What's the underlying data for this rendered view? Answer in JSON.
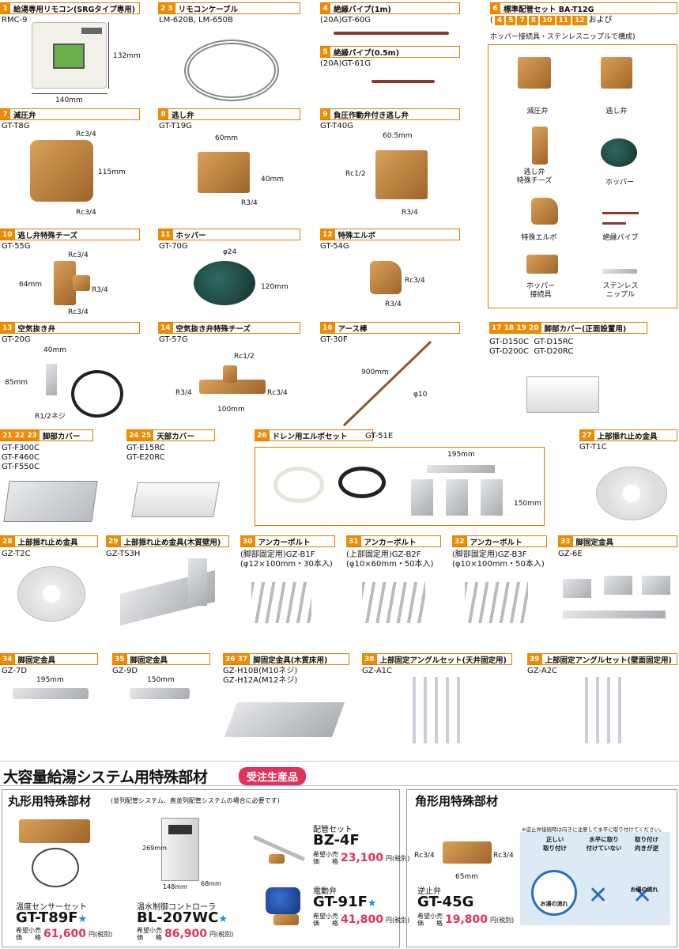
{
  "items": [
    {
      "num": "1",
      "title": "給湯専用リモコン(SRGタイプ専用)",
      "model": "RMC-9",
      "dims": [
        "132mm",
        "140mm"
      ]
    },
    {
      "num": "2 3",
      "title": "リモコンケーブル",
      "model": "LM-620B, LM-650B"
    },
    {
      "num": "4",
      "title": "絶縁パイプ(1m)",
      "model": "(20A)GT-60G"
    },
    {
      "num": "5",
      "title": "絶縁パイプ(0.5m)",
      "model": "(20A)GT-61G"
    },
    {
      "num": "6",
      "title": "標準配管セット BA-T12G",
      "note_pre": "(",
      "note_post": "および",
      "note2": "ホッパー接続具・ステンレスニップルで構成)",
      "subnums": [
        "4",
        "5",
        "7",
        "8",
        "10",
        "11",
        "12"
      ],
      "parts": [
        "減圧弁",
        "逃し弁",
        "逃し弁\n特殊チーズ",
        "ホッパー",
        "特殊エルボ",
        "絶縁パイプ",
        "ホッパー\n接続具",
        "ステンレス\nニップル"
      ]
    },
    {
      "num": "7",
      "title": "減圧弁",
      "model": "GT-T8G",
      "dims": [
        "Rc3/4",
        "115mm",
        "Rc3/4"
      ]
    },
    {
      "num": "8",
      "title": "逃し弁",
      "model": "GT-T19G",
      "dims": [
        "60mm",
        "40mm",
        "R3/4"
      ]
    },
    {
      "num": "9",
      "title": "負圧作動弁付き逃し弁",
      "model": "GT-T40G",
      "dims": [
        "60.5mm",
        "Rc1/2",
        "R3/4"
      ]
    },
    {
      "num": "10",
      "title": "逃し弁特殊チーズ",
      "model": "GT-55G",
      "dims": [
        "Rc3/4",
        "64mm",
        "R3/4",
        "Rc3/4"
      ]
    },
    {
      "num": "11",
      "title": "ホッパー",
      "model": "GT-70G",
      "dims": [
        "φ24",
        "120mm"
      ]
    },
    {
      "num": "12",
      "title": "特殊エルボ",
      "model": "GT-54G",
      "dims": [
        "Rc3/4",
        "R3/4"
      ]
    },
    {
      "num": "13",
      "title": "空気抜き弁",
      "model": "GT-20G",
      "dims": [
        "40mm",
        "85mm",
        "R1/2ネジ"
      ]
    },
    {
      "num": "14",
      "title": "空気抜き弁特殊チーズ",
      "model": "GT-57G",
      "dims": [
        "Rc1/2",
        "R3/4",
        "Rc3/4",
        "100mm"
      ]
    },
    {
      "num": "16",
      "title": "アース棒",
      "model": "GT-30F",
      "dims": [
        "900mm",
        "φ10"
      ]
    },
    {
      "num": "17 18 19 20",
      "title": "脚部カバー(正面設置用)",
      "model": "GT-D150C  GT-D15RC\nGT-D200C  GT-D20RC"
    },
    {
      "num": "21 22 23",
      "title": "脚部カバー",
      "model": "GT-F300C\nGT-F460C\nGT-F550C"
    },
    {
      "num": "24 25",
      "title": "天部カバー",
      "model": "GT-E15RC\nGT-E20RC"
    },
    {
      "num": "26",
      "title": "ドレン用エルボセット",
      "model": "GT-51E",
      "dims": [
        "195mm",
        "150mm"
      ]
    },
    {
      "num": "27",
      "title": "上部振れ止め金具",
      "model": "GT-T1C"
    },
    {
      "num": "28",
      "title": "上部振れ止め金具",
      "model": "GZ-T2C"
    },
    {
      "num": "29",
      "title": "上部振れ止め金具(木質壁用)",
      "model": "GZ-TS3H"
    },
    {
      "num": "30",
      "title": "アンカーボルト",
      "model": "(脚部固定用)GZ-B1F\n(φ12×100mm・30本入)"
    },
    {
      "num": "31",
      "title": "アンカーボルト",
      "model": "(上部固定用)GZ-B2F\n(φ10×60mm・50本入)"
    },
    {
      "num": "32",
      "title": "アンカーボルト",
      "model": "(脚部固定用)GZ-B3F\n(φ10×100mm・50本入)"
    },
    {
      "num": "33",
      "title": "脚固定金具",
      "model": "GZ-6E"
    },
    {
      "num": "34",
      "title": "脚固定金具",
      "model": "GZ-7D",
      "dims": [
        "195mm"
      ]
    },
    {
      "num": "35",
      "title": "脚固定金具",
      "model": "GZ-9D",
      "dims": [
        "150mm"
      ]
    },
    {
      "num": "36 37",
      "title": "脚固定金具(木質床用)",
      "model": "GZ-H10B(M10ネジ)\nGZ-H12A(M12ネジ)"
    },
    {
      "num": "38",
      "title": "上部固定アングルセット(天井固定用)",
      "model": "GZ-A1C"
    },
    {
      "num": "39",
      "title": "上部固定アングルセット(壁面固定用)",
      "model": "GZ-A2C"
    }
  ],
  "special": {
    "title": "大容量給湯システム用特殊部材",
    "tag": "受注生産品",
    "round": {
      "title": "丸形用特殊部材",
      "subtitle": "(並列配管システム、直並列配管システムの場合に必要です)",
      "products": [
        {
          "cat": "温度センサーセット",
          "name": "GT-T89F",
          "star": "★",
          "price_label": "希望小売\n価　　格",
          "price": "61,600",
          "unit": "円(税別)"
        },
        {
          "cat": "温水制御コントローラ",
          "name": "BL-207WC",
          "star": "★",
          "price_label": "希望小売\n価　　格",
          "price": "86,900",
          "unit": "円(税別)",
          "dims": [
            "269mm",
            "148mm",
            "68mm"
          ]
        },
        {
          "cat": "配管セット",
          "name": "BZ-4F",
          "star": "",
          "price_label": "希望小売\n価　　格",
          "price": "23,100",
          "unit": "円(税別)"
        },
        {
          "cat": "電動弁",
          "name": "GT-91F",
          "star": "★",
          "price_label": "希望小売\n価　　格",
          "price": "41,800",
          "unit": "円(税別)"
        }
      ]
    },
    "square": {
      "title": "角形用特殊部材",
      "note": "※逆止弁接続時は向きに注意して水平に取り付けてください。",
      "product": {
        "cat": "逆止弁",
        "name": "GT-45G",
        "price_label": "希望小売\n価　　格",
        "price": "19,800",
        "unit": "円(税別)",
        "dims": [
          "Rc3/4",
          "Rc3/4",
          "65mm"
        ]
      },
      "install": [
        {
          "label": "正しい\n取り付け",
          "flow": "お湯の流れ"
        },
        {
          "label": "水平に取り\n付けていない",
          "flow": ""
        },
        {
          "label": "取り付け\n向きが逆",
          "flow": "お湯の流れ"
        }
      ]
    }
  },
  "colors": {
    "accent": "#f08a00",
    "price": "#e0325a",
    "star": "#1a8ee0"
  }
}
